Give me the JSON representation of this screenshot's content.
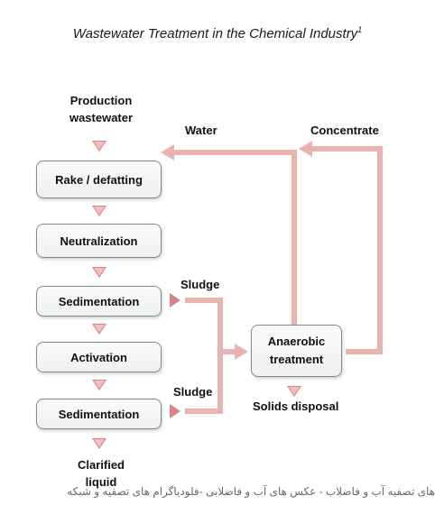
{
  "title": "Wastewater Treatment in the Chemical Industry",
  "title_footnote": "1",
  "input_label": "Production wastewater",
  "steps": [
    "Rake / defatting",
    "Neutralization",
    "Sedimentation",
    "Activation",
    "Sedimentation"
  ],
  "output_label": "Clarified liquid",
  "sludge_labels": [
    "Sludge",
    "Sludge"
  ],
  "anaerobic_label": "Anaerobic treatment",
  "solids_label": "Solids disposal",
  "water_label": "Water",
  "concentrate_label": "Concentrate",
  "watermark": "های تصفیه آب و فاضلاب - عکس های آب و فاضلابی -فلودیاگرام های تصفیه و شبکه",
  "colors": {
    "arrow": "#e8b4b0",
    "triangle": "#d98585",
    "box_border": "#7f8c8d"
  }
}
